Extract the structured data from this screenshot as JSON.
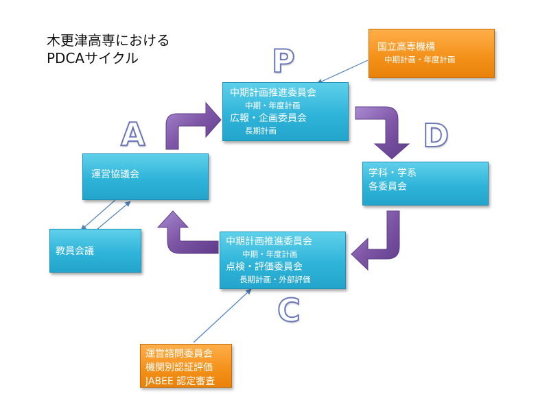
{
  "title": {
    "line1": "木更津高専における",
    "line2": "PDCAサイクル"
  },
  "letters": {
    "p": "P",
    "d": "D",
    "c": "C",
    "a": "A"
  },
  "boxes": {
    "plan": {
      "line1": "中期計画推進委員会",
      "line2": "中期・年度計画",
      "line3": "広報・企画委員会",
      "line4": "長期計画"
    },
    "do": {
      "line1": "学科・学系",
      "line2": "各委員会"
    },
    "check": {
      "line1": "中期計画推進委員会",
      "line2": "中期・年度計画",
      "line3": "点検・評価委員会",
      "line4": "長期計画・外部評価"
    },
    "act": {
      "line1": "運営協議会"
    },
    "faculty": {
      "line1": "教員会議"
    },
    "national": {
      "line1": "国立高専機構",
      "line2": "中期計画・年度計画"
    },
    "external": {
      "line1": "運営諮問委員会",
      "line2": "機関別認証評価",
      "line3": "JABEE 認定審査"
    }
  },
  "colors": {
    "box_blue": "#2fb4d9",
    "box_orange": "#f39018",
    "cycle_arrow": "#7e56a6",
    "letter_outline": "#6a77b8",
    "connector": "#4f81bd"
  }
}
